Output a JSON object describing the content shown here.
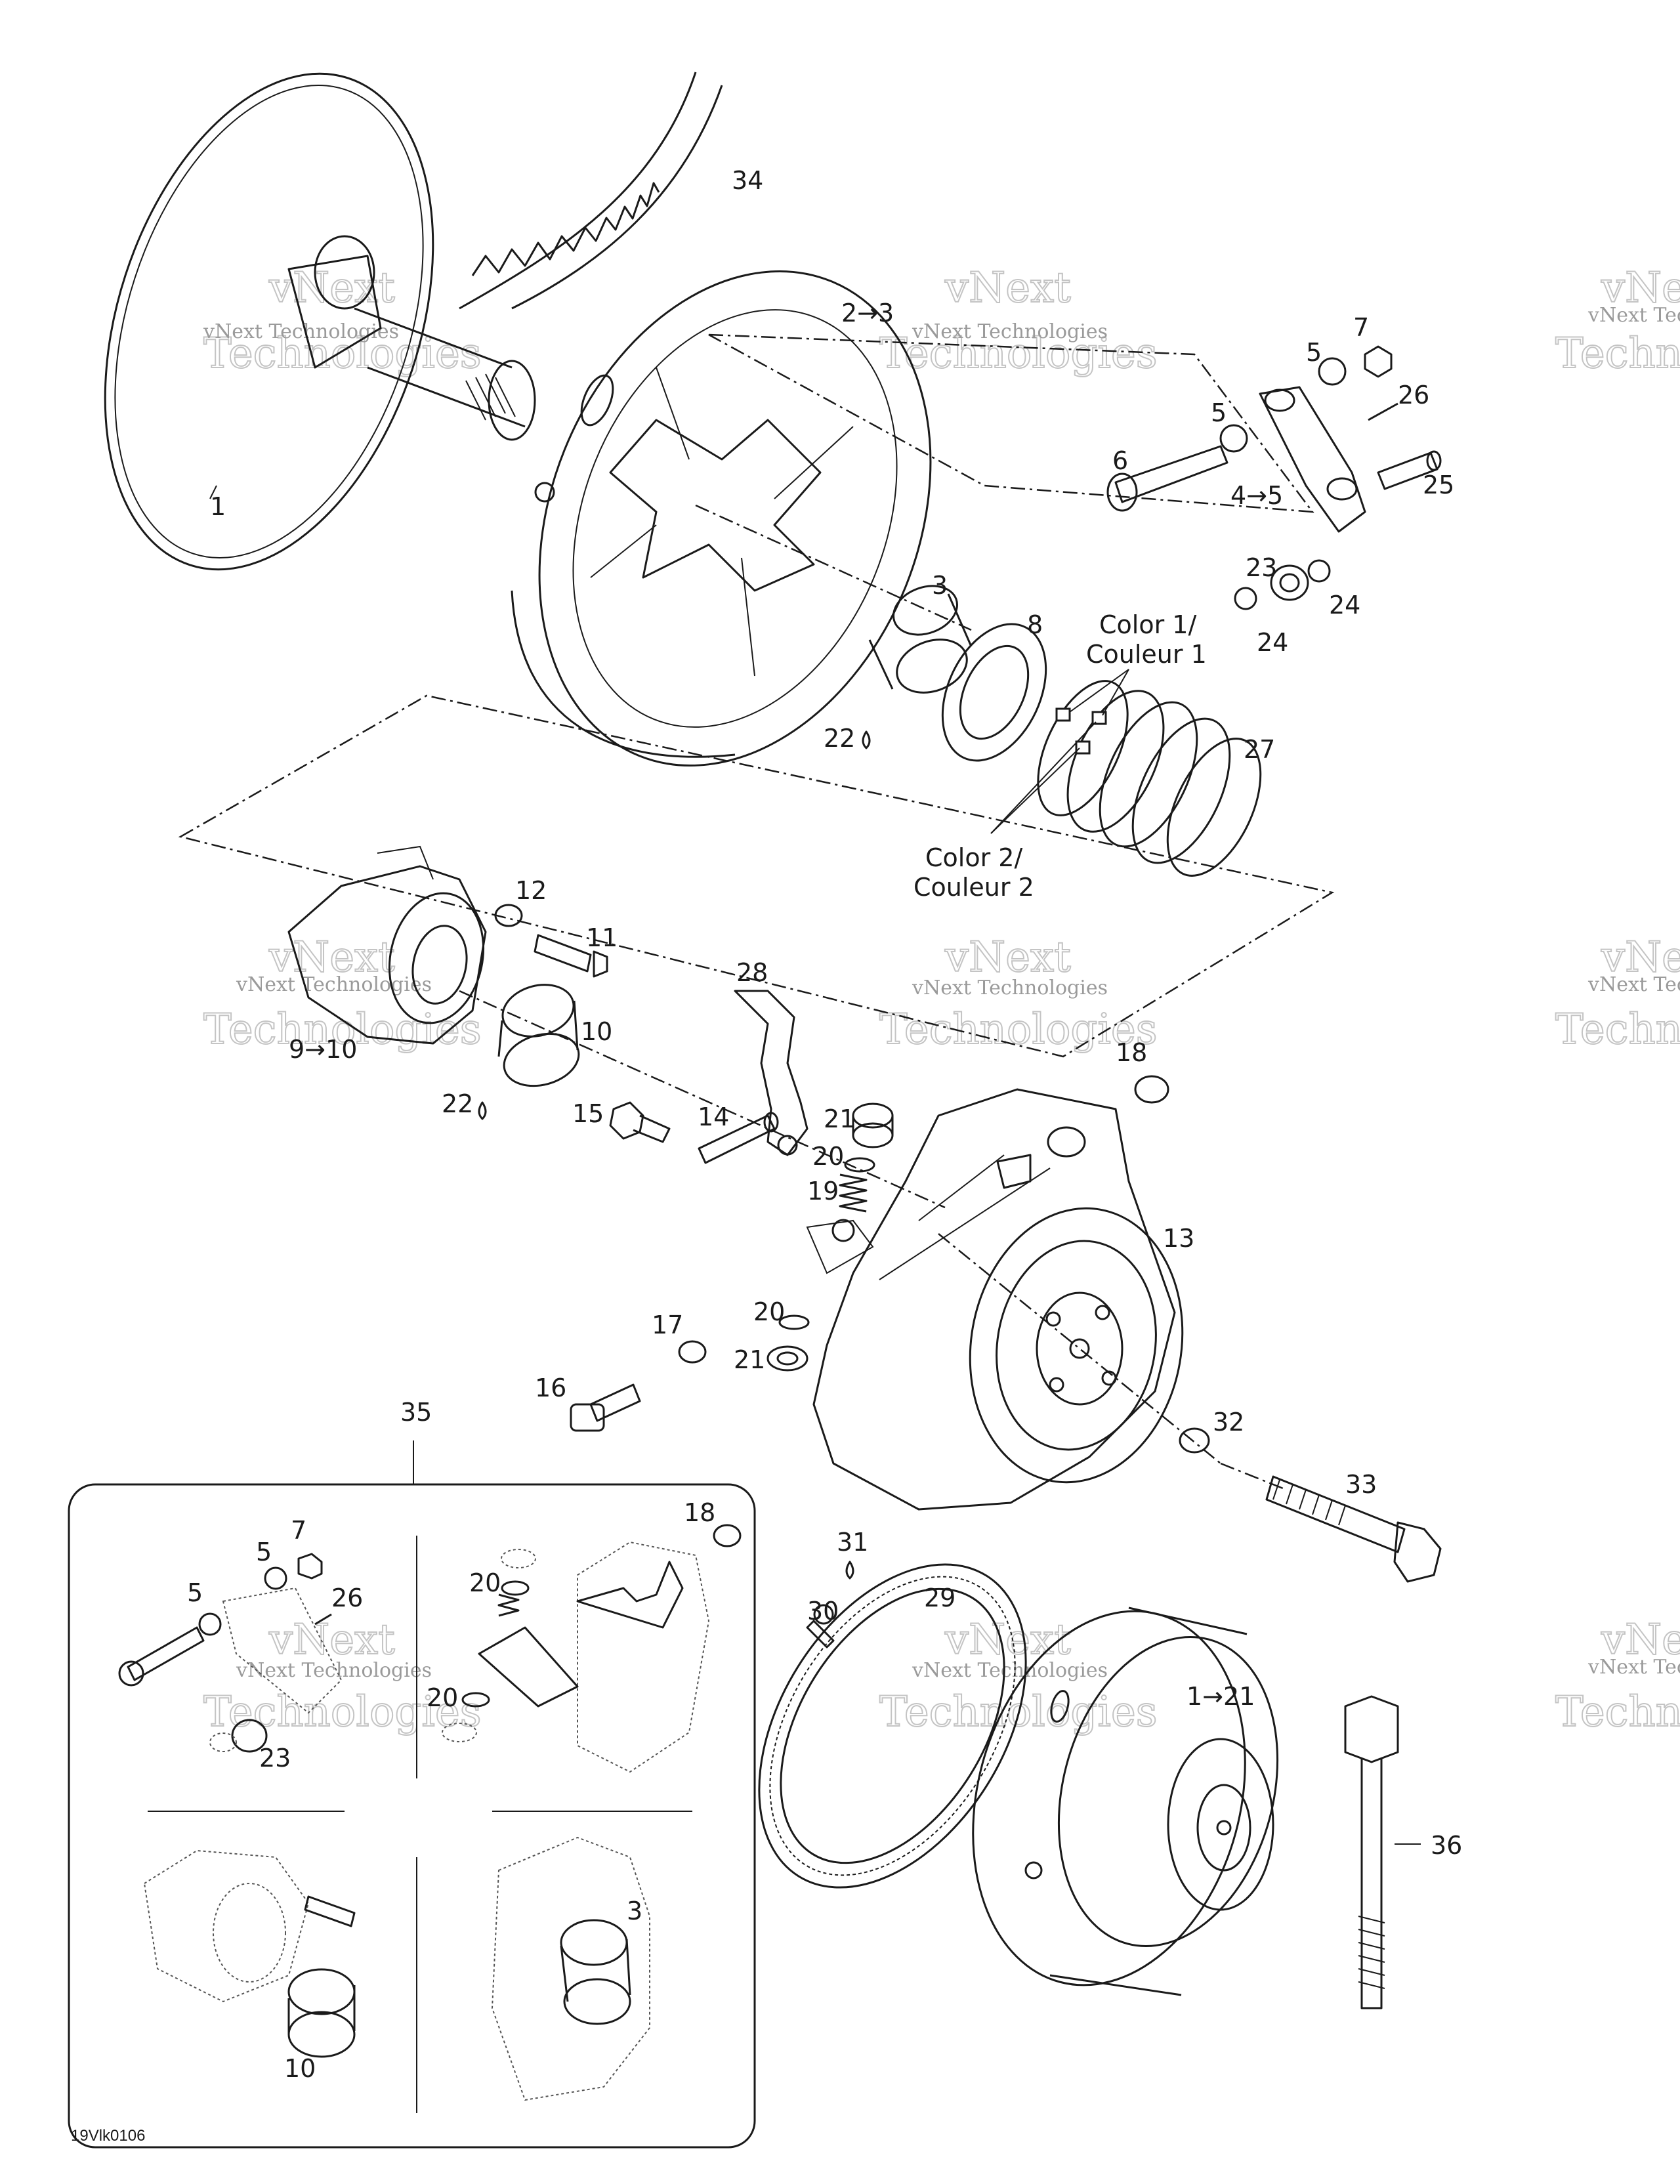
{
  "labels": {
    "l1": "1",
    "l2_3": "2→3",
    "l3": "3",
    "l4_5": "4→5",
    "l5a": "5",
    "l5b": "5",
    "l6": "6",
    "l7": "7",
    "l8": "8",
    "l9_10": "9→10",
    "l10": "10",
    "l11": "11",
    "l12": "12",
    "l13": "13",
    "l14": "14",
    "l15": "15",
    "l16": "16",
    "l17": "17",
    "l18": "18",
    "l19": "19",
    "l20a": "20",
    "l20b": "20",
    "l21a": "21",
    "l21b": "21",
    "l22a": "22",
    "l22b": "22",
    "l23": "23",
    "l24a": "24",
    "l24b": "24",
    "l25": "25",
    "l26": "26",
    "l27": "27",
    "l28": "28",
    "l29": "29",
    "l30": "30",
    "l31": "31",
    "l32": "32",
    "l33": "33",
    "l34": "34",
    "l35": "35",
    "l36": "36",
    "l1_21": "1→21",
    "color1_line1": "Color 1/",
    "color1_line2": "Couleur 1",
    "color2_line1": "Color 2/",
    "color2_line2": "Couleur 2"
  },
  "inset_labels": {
    "i7": "7",
    "i5a": "5",
    "i5b": "5",
    "i26": "26",
    "i23": "23",
    "i18": "18",
    "i20a": "20",
    "i20b": "20",
    "i3": "3",
    "i10": "10"
  },
  "watermark": {
    "line1": "vNext",
    "line2": "Technologies",
    "small": "vNext Technologies"
  },
  "drawing_code": "19Vlk0106"
}
